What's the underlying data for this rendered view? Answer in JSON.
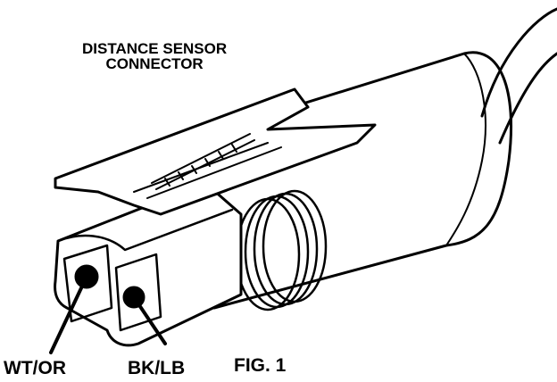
{
  "title": {
    "line1": "DISTANCE SENSOR",
    "line2": "CONNECTOR"
  },
  "wires": [
    {
      "label": "WT/OR"
    },
    {
      "label": "BK/LB"
    }
  ],
  "figure_label": "FIG. 1"
}
